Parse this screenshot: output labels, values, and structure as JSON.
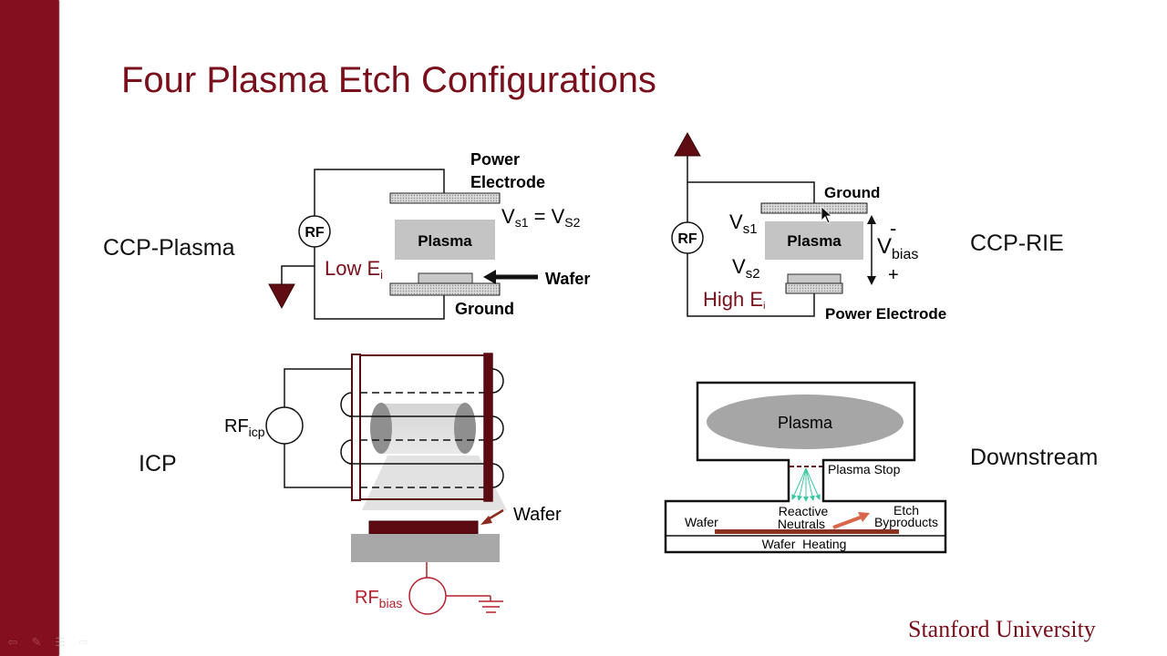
{
  "slide": {
    "title": "Four Plasma Etch Configurations",
    "logo": "Stanford University",
    "accent_color": "#830f1f",
    "title_color": "#7a0f1c"
  },
  "nav": {
    "icons": [
      "back-arrow-icon",
      "pen-icon",
      "menu-icon",
      "forward-arrow-icon"
    ]
  },
  "configs": {
    "ccp_plasma": {
      "label": "CCP-Plasma",
      "power_electrode": [
        "Power",
        "Electrode"
      ],
      "rf": "RF",
      "plasma": "Plasma",
      "vs1": "V",
      "vs1_sub": "s1",
      "equals": " = ",
      "vs2": "V",
      "vs2_sub": "S2",
      "energy": "Low E",
      "energy_sub": "i",
      "wafer": "Wafer",
      "ground": "Ground"
    },
    "ccp_rie": {
      "label": "CCP-RIE",
      "ground": "Ground",
      "rf": "RF",
      "plasma": "Plasma",
      "vs1": "V",
      "vs1_sub": "s1",
      "vs2": "V",
      "vs2_sub": "s2",
      "vbias": "V",
      "vbias_sub": "bias",
      "minus": "-",
      "plus": "+",
      "energy": "High E",
      "energy_sub": "i",
      "power_electrode": "Power Electrode"
    },
    "icp": {
      "label": "ICP",
      "rf_icp": "RF",
      "rf_icp_sub": "icp",
      "wafer": "Wafer",
      "rf_bias": "RF",
      "rf_bias_sub": "bias"
    },
    "downstream": {
      "label": "Downstream",
      "plasma": "Plasma",
      "plasma_stop": "Plasma Stop",
      "wafer": "Wafer",
      "reactive_neutrals": [
        "Reactive",
        "Neutrals"
      ],
      "etch_byproducts": [
        "Etch",
        "Byproducts"
      ],
      "wafer_heating": "Wafer  Heating"
    }
  }
}
